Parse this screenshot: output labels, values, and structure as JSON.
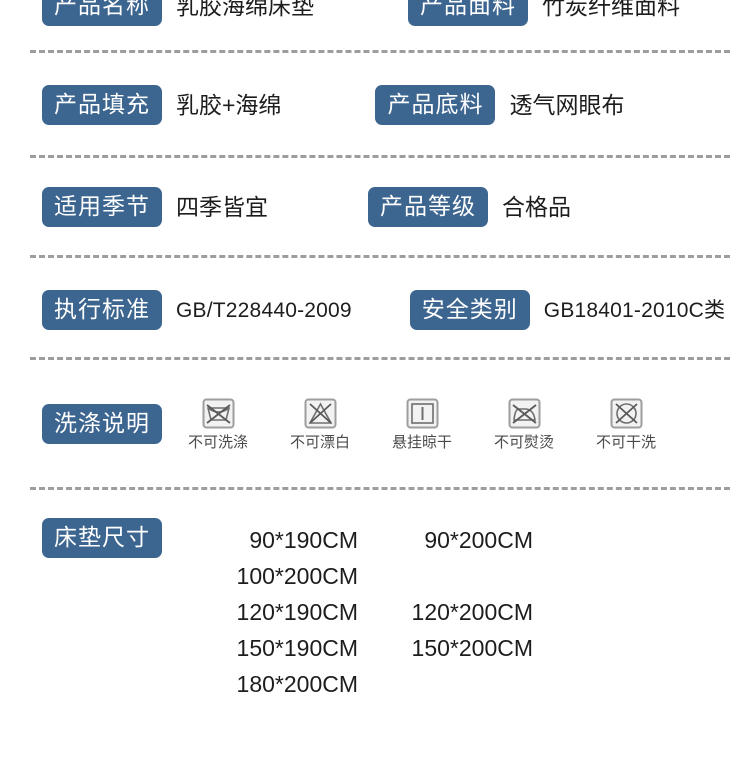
{
  "document": {
    "type": "product-specification-table",
    "accent_color": "#3c6590",
    "badge_text_color": "#ffffff",
    "value_text_color": "#1d1d1d",
    "divider_color": "#9d9d9d",
    "background_color": "#ffffff"
  },
  "rows": [
    {
      "left": {
        "label": "产品名称",
        "value": "乳胶海绵床垫"
      },
      "right": {
        "label": "产品面料",
        "value": "竹炭纤维面料"
      }
    },
    {
      "left": {
        "label": "产品填充",
        "value": "乳胶+海绵"
      },
      "right": {
        "label": "产品底料",
        "value": "透气网眼布"
      }
    },
    {
      "left": {
        "label": "适用季节",
        "value": "四季皆宜"
      },
      "right": {
        "label": "产品等级",
        "value": "合格品"
      }
    },
    {
      "left": {
        "label": "执行标准",
        "value": "GB/T228440-2009"
      },
      "right": {
        "label": "安全类别",
        "value": "GB18401-2010C类"
      }
    }
  ],
  "care": {
    "label": "洗涤说明",
    "symbols": [
      {
        "icon": "no-wash-icon",
        "label": "不可洗涤"
      },
      {
        "icon": "no-bleach-icon",
        "label": "不可漂白"
      },
      {
        "icon": "line-dry-icon",
        "label": "悬挂晾干"
      },
      {
        "icon": "no-iron-icon",
        "label": "不可熨烫"
      },
      {
        "icon": "no-dryclean-icon",
        "label": "不可干洗"
      }
    ]
  },
  "sizes": {
    "label": "床垫尺寸",
    "rows": [
      {
        "a": "90*190CM",
        "b": "90*200CM"
      },
      {
        "a": "100*200CM",
        "b": ""
      },
      {
        "a": "120*190CM",
        "b": "120*200CM"
      },
      {
        "a": "150*190CM",
        "b": "150*200CM"
      },
      {
        "a": "180*200CM",
        "b": ""
      }
    ]
  }
}
